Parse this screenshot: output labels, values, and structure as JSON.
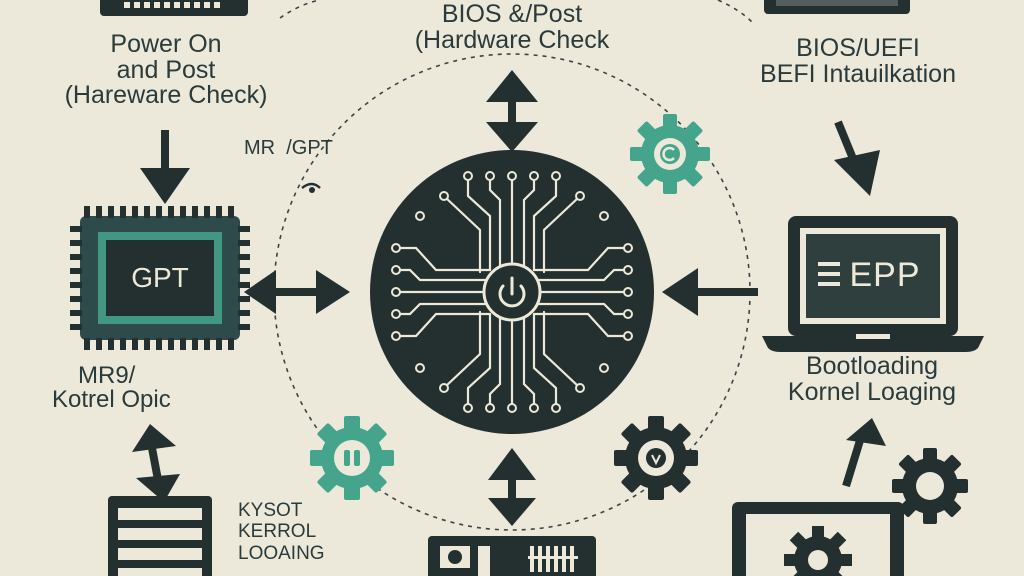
{
  "labels": {
    "top_left": [
      "Power On",
      "and Post",
      "(Hareware Check)"
    ],
    "top_center": [
      "BIOS &/Post",
      "(Hardware Check"
    ],
    "top_right": [
      "BIOS/UEFI",
      "BEFI Intauilkation"
    ],
    "mbr_gpt_small": "MR  /GPT",
    "chip_left": "GPT",
    "left_mid": [
      "MR9/",
      "Kotrel Opic"
    ],
    "laptop_screen": "EPP",
    "right_mid": [
      "Bootloading",
      "Kornel Loaging"
    ],
    "bottom_left": [
      "KYSOT",
      "KERROL",
      "LOOAING"
    ]
  },
  "colors": {
    "background": "#ece8da",
    "dark": "#23302f",
    "teal": "#44a58c",
    "dashed": "#3a4444"
  }
}
